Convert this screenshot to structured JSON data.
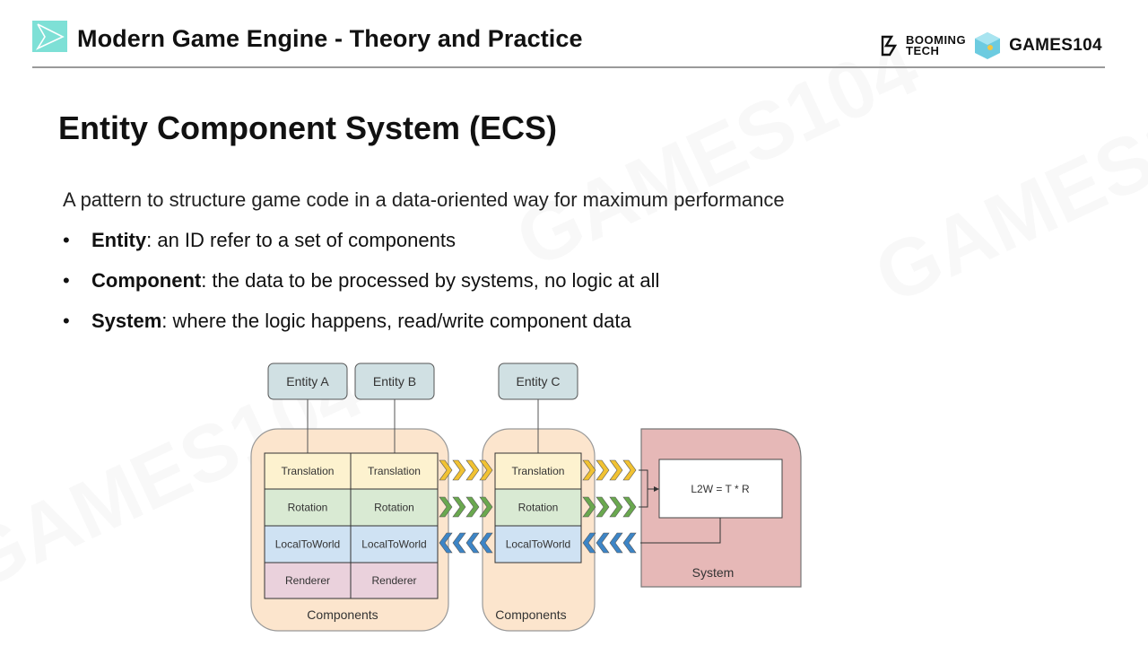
{
  "header": {
    "title": "Modern Game Engine - Theory and Practice",
    "brand_booming_line1": "BOOMING",
    "brand_booming_line2": "TECH",
    "brand_games": "GAMES104"
  },
  "slide": {
    "title": "Entity Component System (ECS)",
    "intro": "A pattern to structure game code in a data-oriented way for maximum performance",
    "bullets": [
      {
        "term": "Entity",
        "text": ": an ID refer to a set of components"
      },
      {
        "term": "Component",
        "text": ": the data to be processed by systems, no logic at all"
      },
      {
        "term": "System",
        "text": ": where the logic happens, read/write component data"
      }
    ]
  },
  "diagram": {
    "entities": [
      "Entity A",
      "Entity B",
      "Entity C"
    ],
    "rows": [
      "Translation",
      "Rotation",
      "LocalToWorld",
      "Renderer"
    ],
    "chunk_label": "Components",
    "system_label": "System",
    "formula": "L2W = T * R",
    "colors": {
      "translation": "#fdf2cf",
      "rotation": "#d9ead3",
      "localtoworld": "#cfe2f3",
      "renderer": "#ead1dc",
      "chunk": "#fce5cd",
      "entity": "#d0e0e3",
      "system": "#e6b8b7",
      "arrow_yellow": "#f1c232",
      "arrow_green": "#6aa84f",
      "arrow_blue": "#3d85c6"
    }
  },
  "watermark": "GAMES104"
}
